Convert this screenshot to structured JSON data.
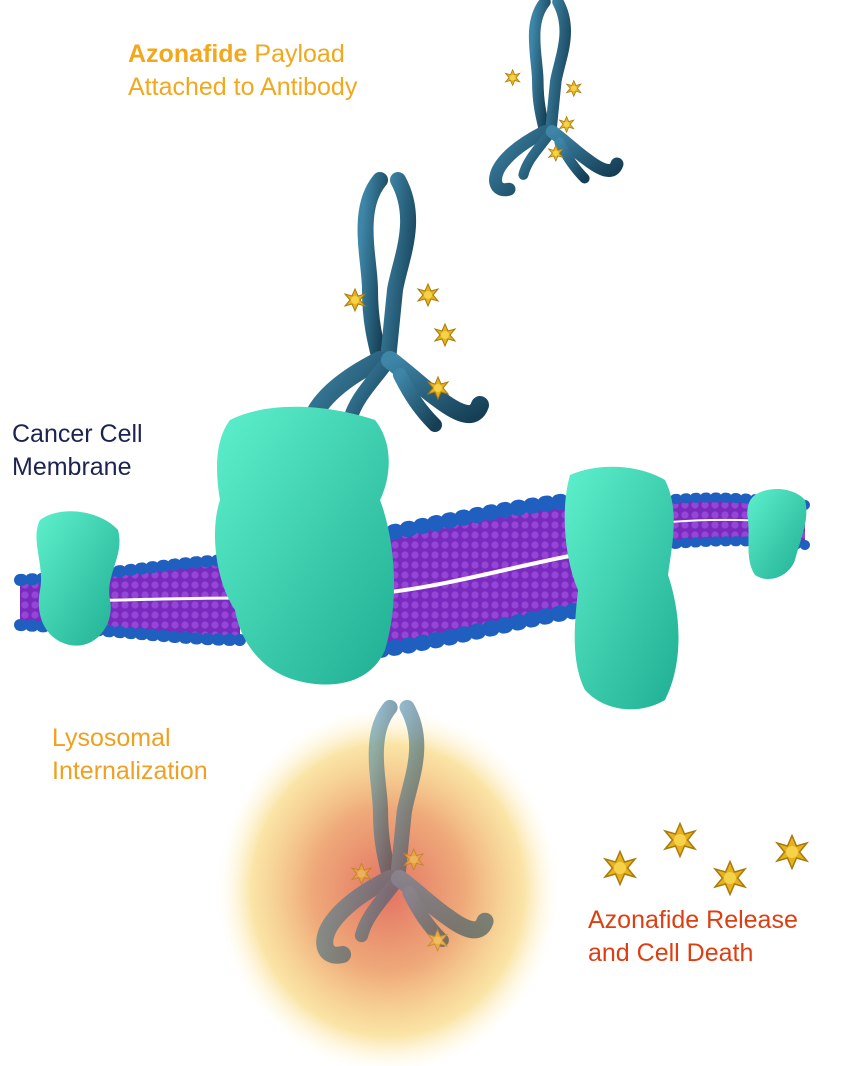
{
  "labels": {
    "payload": {
      "highlight": "Azonafide",
      "rest": " Payload",
      "line2": "Attached to Antibody"
    },
    "membrane": {
      "line1": "Cancer Cell",
      "line2": "Membrane"
    },
    "lysosomal": {
      "line1": "Lysosomal",
      "line2": "Internalization"
    },
    "release": {
      "line1": "Azonafide Release",
      "line2": "and Cell Death"
    }
  },
  "colors": {
    "payload_label": "#f2a81d",
    "membrane_label": "#1c2350",
    "lysosomal_label": "#f0a020",
    "release_label": "#dd3f12",
    "antibody": "#1d5570",
    "antibody_highlight": "#3e86a8",
    "membrane_protein": "#2fd8b4",
    "lipid_head": "#1f5fbf",
    "lipid_tail": "#7a2bbf",
    "payload_molecule": "#e6b21e",
    "lysosome_core": "#e88a5a",
    "lysosome_rim": "#f7d56a"
  }
}
